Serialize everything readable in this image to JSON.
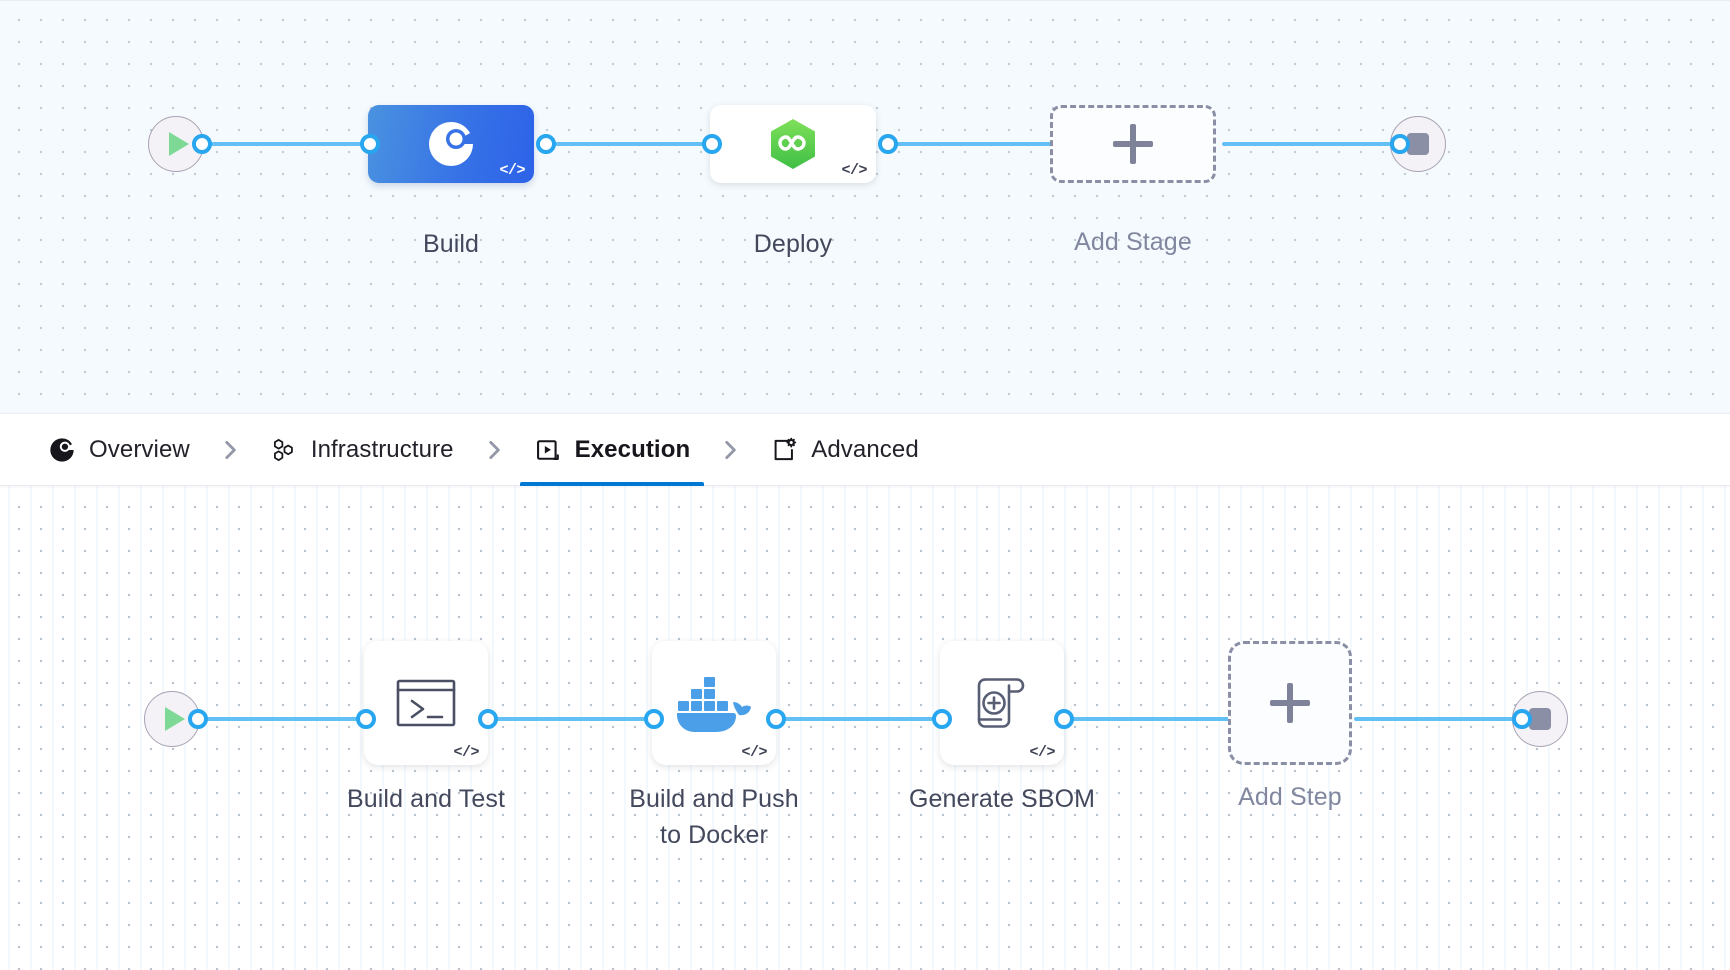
{
  "colors": {
    "edge": "#63c0f5",
    "port_ring": "#28a6f0",
    "active_tab_underline": "#0278d5",
    "build_stage_gradient_from": "#4a92e0",
    "build_stage_gradient_to": "#2d62e8",
    "deploy_icon_green": "#5fd14b",
    "docker_blue": "#4a9fe8",
    "start_play_green": "#7fd996",
    "stop_gray": "#8b8fa6",
    "dashed_border": "#8a8fa6",
    "label_text": "#43485c",
    "muted_text": "#8287a0"
  },
  "stage_canvas": {
    "name": "pipeline-stage-graph",
    "start_node": {
      "icon": "play-icon",
      "label": ""
    },
    "end_node": {
      "icon": "stop-icon",
      "label": ""
    },
    "nodes": [
      {
        "id": "build",
        "label": "Build",
        "icon": "build-wheel-icon",
        "type": "stage",
        "selected": true,
        "code_badge": "</>"
      },
      {
        "id": "deploy",
        "label": "Deploy",
        "icon": "harness-cd-hexagon-icon",
        "type": "stage",
        "selected": false,
        "code_badge": "</>"
      },
      {
        "id": "add-stage",
        "label": "Add Stage",
        "icon": "plus-icon",
        "type": "add",
        "selected": false,
        "code_badge": ""
      }
    ]
  },
  "tabs": {
    "name": "stage-config-tabs",
    "separator_icon": "chevron-right-icon",
    "items": [
      {
        "id": "overview",
        "label": "Overview",
        "icon": "overview-wheel-icon",
        "active": false
      },
      {
        "id": "infrastructure",
        "label": "Infrastructure",
        "icon": "hexagon-cluster-icon",
        "active": false
      },
      {
        "id": "execution",
        "label": "Execution",
        "icon": "play-box-icon",
        "active": true
      },
      {
        "id": "advanced",
        "label": "Advanced",
        "icon": "document-gear-icon",
        "active": false
      }
    ]
  },
  "step_canvas": {
    "name": "execution-step-graph",
    "start_node": {
      "icon": "play-icon",
      "label": ""
    },
    "end_node": {
      "icon": "stop-icon",
      "label": ""
    },
    "nodes": [
      {
        "id": "build-and-test",
        "label": "Build and Test",
        "icon": "terminal-icon",
        "type": "step",
        "code_badge": "</>"
      },
      {
        "id": "build-and-push",
        "label": "Build and Push\nto Docker",
        "icon": "docker-whale-icon",
        "type": "step",
        "code_badge": "</>"
      },
      {
        "id": "generate-sbom",
        "label": "Generate SBOM",
        "icon": "scroll-plus-icon",
        "type": "step",
        "code_badge": "</>"
      },
      {
        "id": "add-step",
        "label": "Add Step",
        "icon": "plus-icon",
        "type": "add",
        "code_badge": ""
      }
    ]
  }
}
